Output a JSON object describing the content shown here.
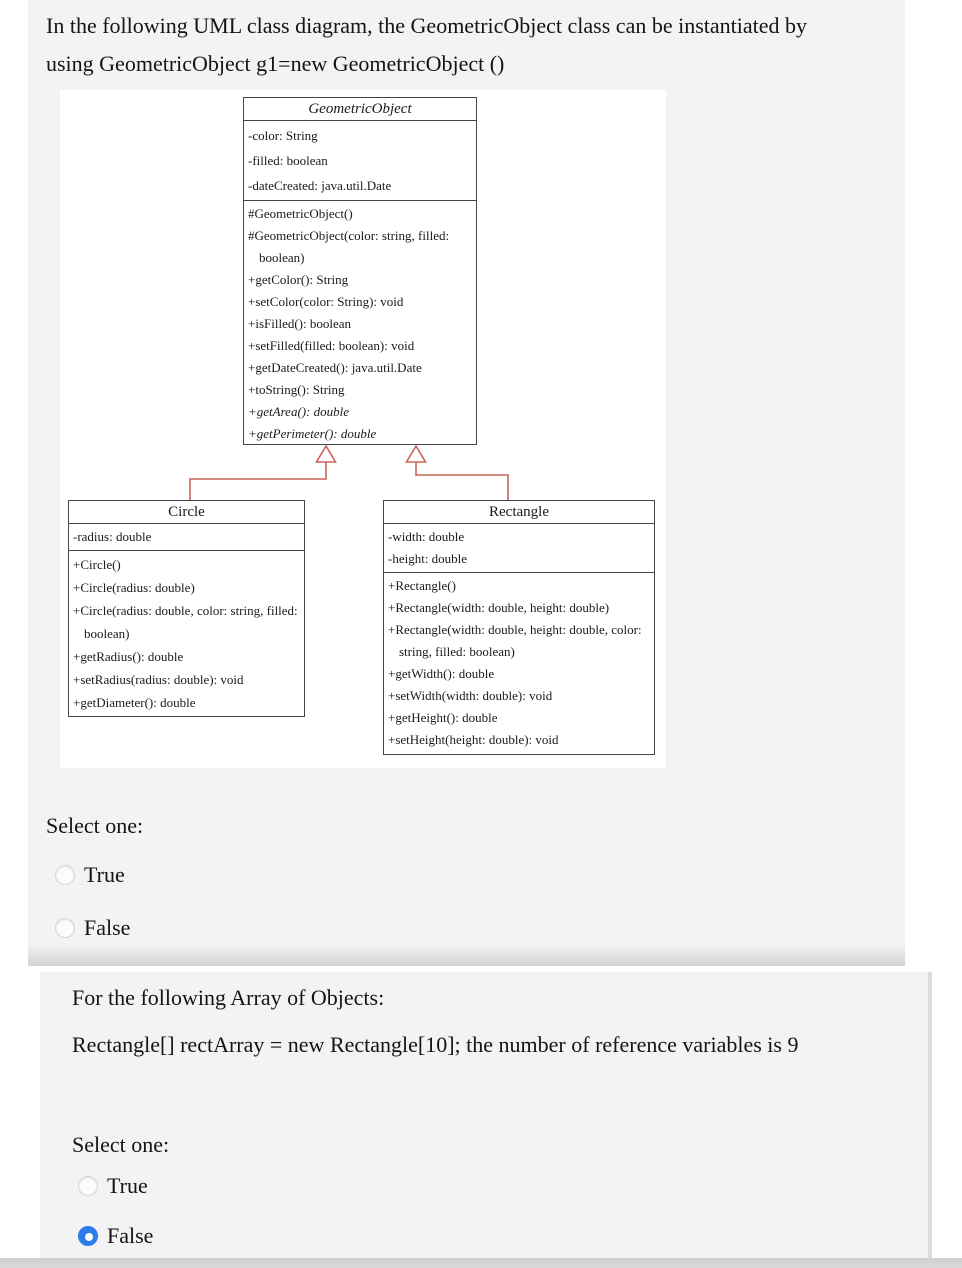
{
  "question1": {
    "text": "In the following UML class diagram, the GeometricObject class can be instantiated by using GeometricObject g1=new GeometricObject ()",
    "select_label": "Select one:",
    "options": [
      {
        "label": "True",
        "selected": false
      },
      {
        "label": "False",
        "selected": false
      }
    ]
  },
  "uml_diagram": {
    "classes": [
      {
        "name": "GeometricObject",
        "abstract": true,
        "attributes": [
          "-color: String",
          "-filled: boolean",
          "-dateCreated: java.util.Date"
        ],
        "methods": [
          "#GeometricObject()",
          "#GeometricObject(color: string, filled: boolean)",
          "+getColor(): String",
          "+setColor(color: String): void",
          "+isFilled(): boolean",
          "+setFilled(filled: boolean): void",
          "+getDateCreated(): java.util.Date",
          "+toString(): String",
          "+getArea(): double",
          "+getPerimeter(): double"
        ]
      },
      {
        "name": "Circle",
        "abstract": false,
        "attributes": [
          "-radius: double"
        ],
        "methods": [
          "+Circle()",
          "+Circle(radius: double)",
          "+Circle(radius: double, color: string, filled: boolean)",
          "+getRadius(): double",
          "+setRadius(radius: double): void",
          "+getDiameter(): double"
        ]
      },
      {
        "name": "Rectangle",
        "abstract": false,
        "attributes": [
          "-width: double",
          "-height: double"
        ],
        "methods": [
          "+Rectangle()",
          "+Rectangle(width: double, height: double)",
          "+Rectangle(width: double, height: double, color: string, filled: boolean)",
          "+getWidth(): double",
          "+setWidth(width: double): void",
          "+getHeight(): double",
          "+setHeight(height: double): void"
        ]
      }
    ],
    "relationships": [
      {
        "from": "Circle",
        "to": "GeometricObject",
        "type": "generalization"
      },
      {
        "from": "Rectangle",
        "to": "GeometricObject",
        "type": "generalization"
      }
    ]
  },
  "question2": {
    "intro": "For the following Array of Objects:",
    "text": "Rectangle[] rectArray = new Rectangle[10]; the number of reference variables is 9",
    "select_label": "Select one:",
    "options": [
      {
        "label": "True",
        "selected": false
      },
      {
        "label": "False",
        "selected": true
      }
    ]
  },
  "colors": {
    "question_bg": "#f3f3f3",
    "radio_selected_blue": "#2e7ceb",
    "uml_arrow": "#c9645c",
    "bottom_strip": "#d6d6d6"
  }
}
